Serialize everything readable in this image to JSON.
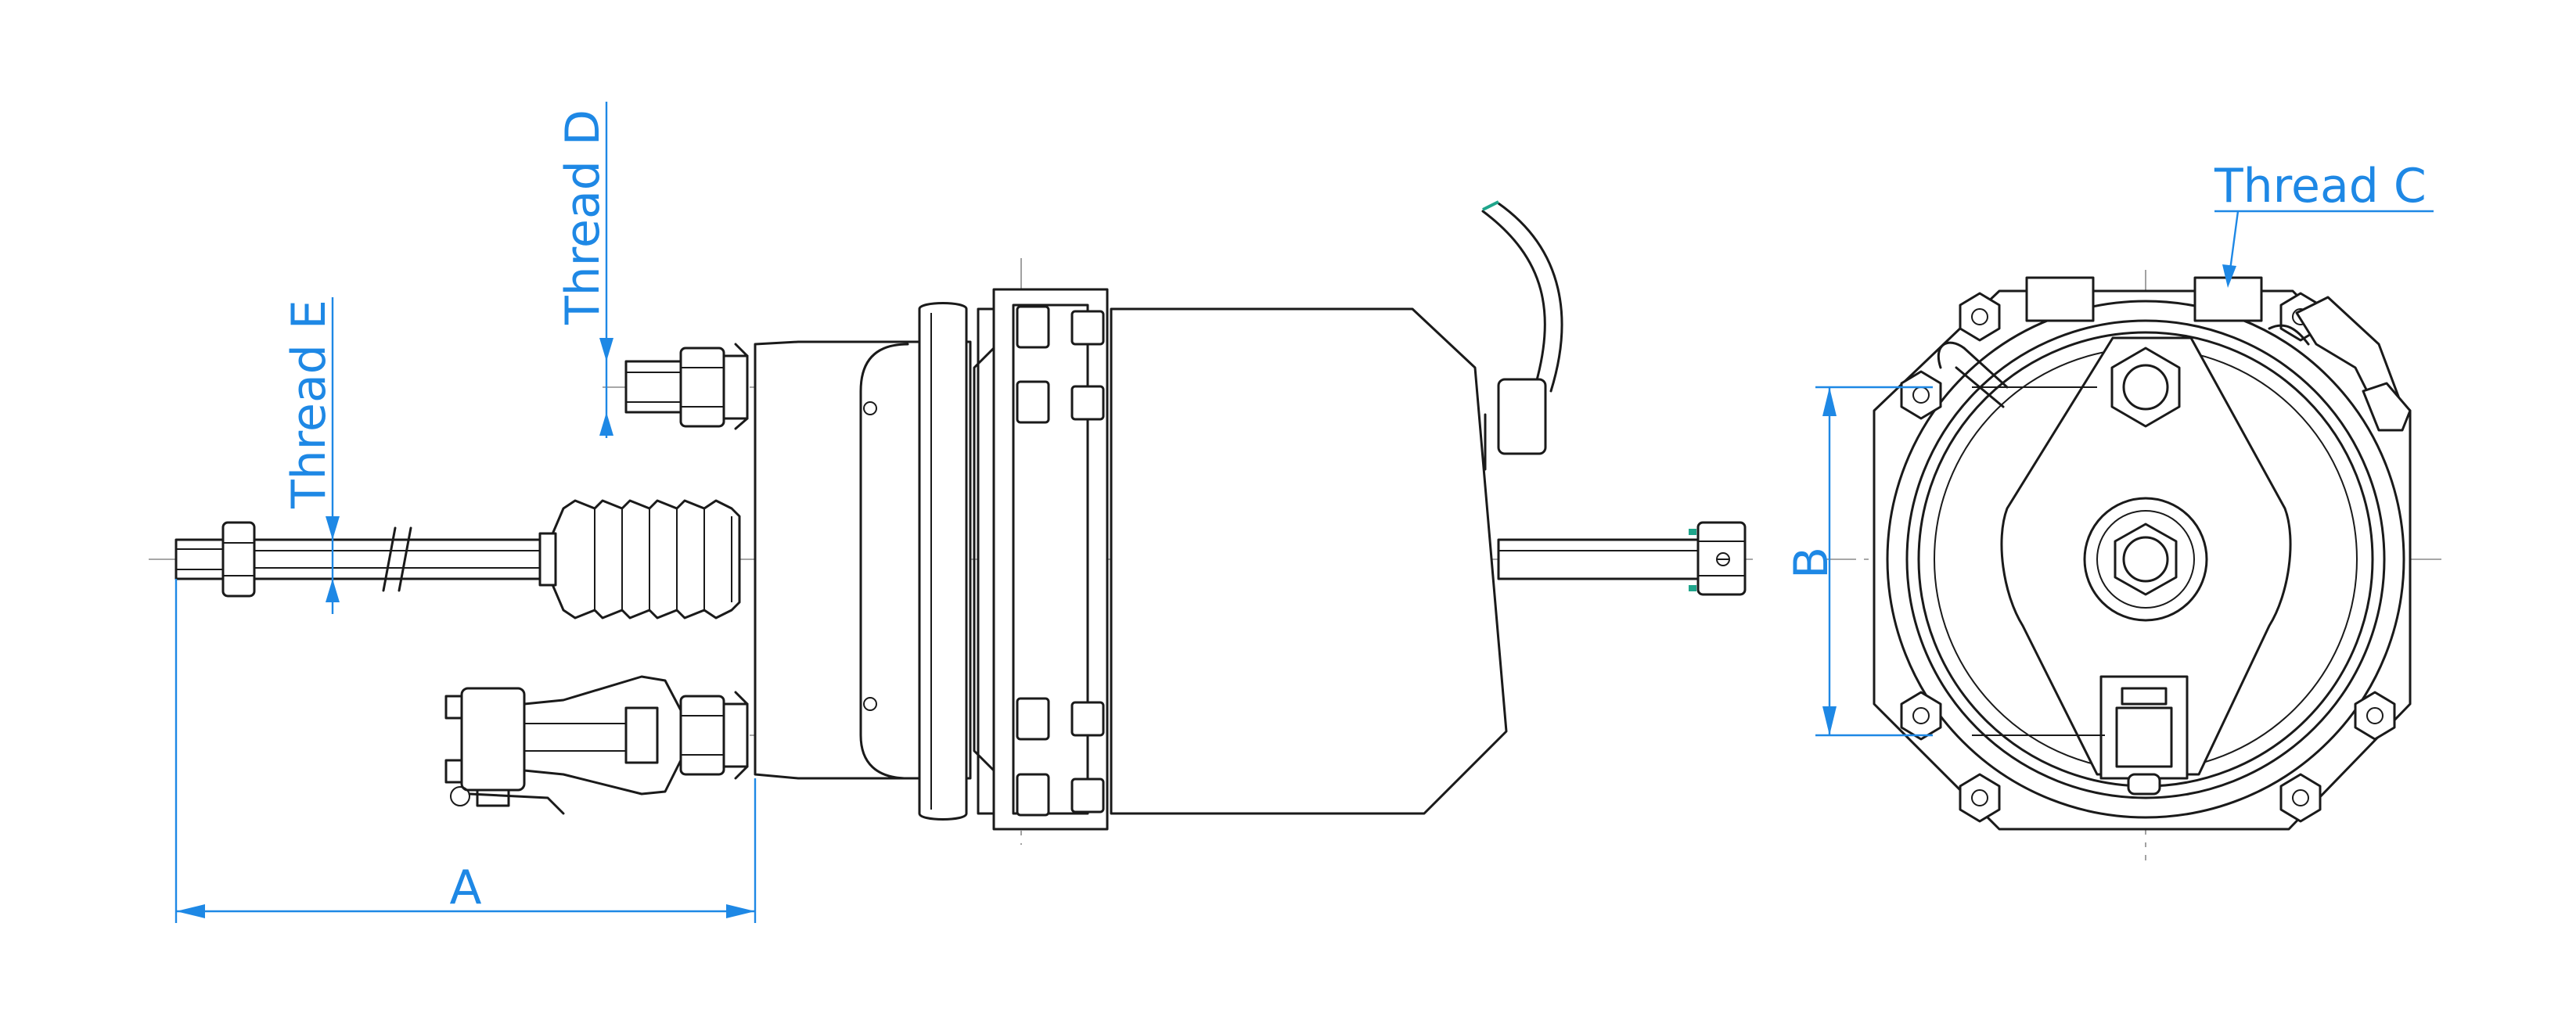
{
  "labels": {
    "dim_a": "A",
    "dim_b": "B",
    "thread_c": "Thread  C",
    "thread_d": "Thread  D",
    "thread_e": "Thread  E"
  },
  "colors": {
    "dimension": "#1e88e5",
    "outline": "#1a1a1a",
    "centerline": "#8a8a8a",
    "accent": "#1fa58b"
  }
}
